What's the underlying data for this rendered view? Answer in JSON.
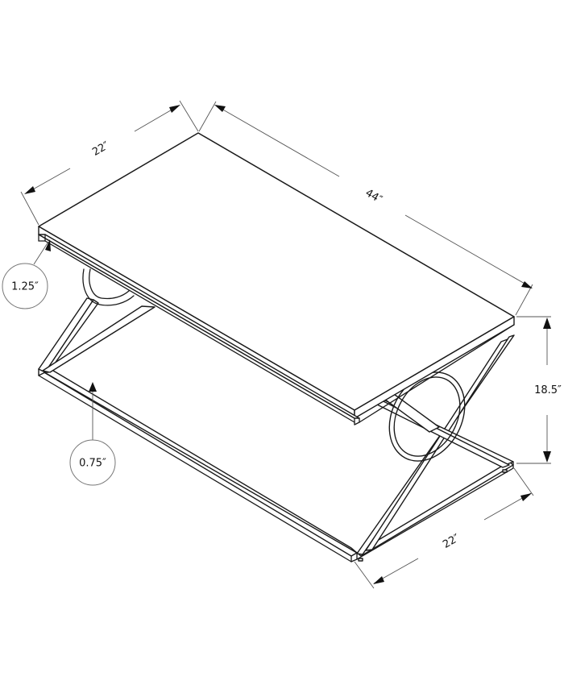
{
  "drawing": {
    "subject": "Coffee table with X-frame legs and circular ring accents",
    "colors": {
      "line": "#1a1a1a",
      "dimension_line": "#555555",
      "background": "#ffffff"
    }
  },
  "dimensions": {
    "top_depth": "22″",
    "top_length": "44″",
    "height": "18.5″",
    "base_depth": "22″",
    "top_thickness": "1.25″",
    "frame_thickness": "0.75″"
  }
}
